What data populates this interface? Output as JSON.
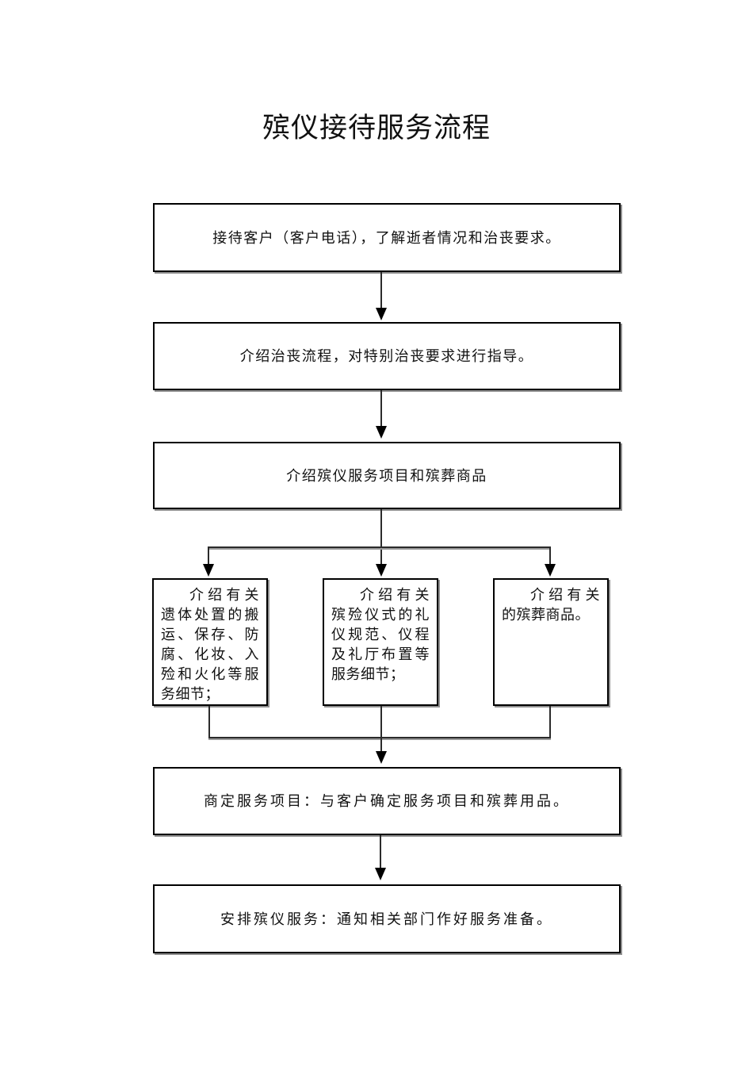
{
  "title": "殡仪接待服务流程",
  "flow": {
    "reception": {
      "text": "接待客户（客户电话），了解逝者情况和治丧要求。"
    },
    "guide": {
      "text": "介绍治丧流程，对特别治丧要求进行指导。"
    },
    "introduce": {
      "text": "介绍殡仪服务项目和殡葬商品"
    },
    "branch_remains": {
      "text": "介绍有关遗体处置的搬运、保存、防腐、化妆、入殓和火化等服务细节；"
    },
    "branch_ceremony": {
      "text": "介绍有关殡殓仪式的礼仪规范、仪程及礼厅布置等服务细节；"
    },
    "branch_goods": {
      "text": "介绍有关的殡葬商品。"
    },
    "confirm": {
      "text": "商定服务项目：与客户确定服务项目和殡葬用品。"
    },
    "arrange": {
      "text": "安排殡仪服务：通知相关部门作好服务准备。"
    }
  },
  "colors": {
    "ink": "#111111",
    "box_border": "#000000",
    "box_shadow": "#8f8f8f",
    "connector_line": "#2b2b2b",
    "background": "#ffffff"
  }
}
